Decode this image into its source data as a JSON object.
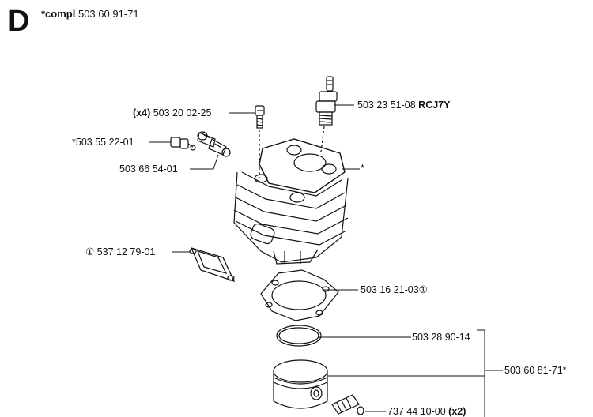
{
  "header": {
    "section_letter": "D",
    "compl_prefix": "*compl",
    "compl_number": "503 60 91-71"
  },
  "callouts": {
    "cylinder_screw_qty": "(x4)",
    "cylinder_screw": "503 20 02-25",
    "spark_plug": "503 23 51-08",
    "spark_plug_type": "RCJ7Y",
    "decompression_valve": "*503 55 22-01",
    "valve_adapter": "503 66 54-01",
    "cylinder_asterisk": "*",
    "muffler_gasket": "① 537 12 79-01",
    "cylinder_gasket": "503 16 21-03①",
    "piston_ring": "503 28 90-14",
    "piston_kit": "503 60 81-71*",
    "needle_bearing": "737 44 10-00",
    "needle_bearing_qty": "(x2)"
  }
}
